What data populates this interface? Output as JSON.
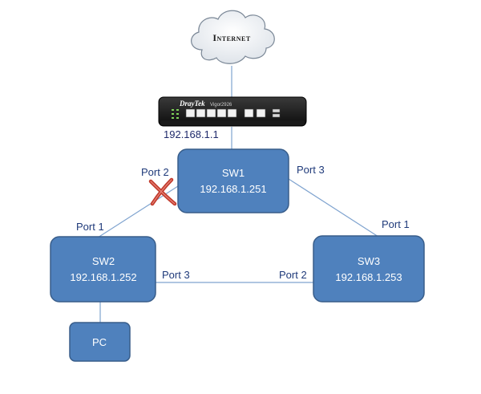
{
  "internet": {
    "label": "Internet"
  },
  "router": {
    "brand": "DrayTek",
    "model": "Vigor2926",
    "ip": "192.168.1.1"
  },
  "switches": {
    "sw1": {
      "name": "SW1",
      "ip": "192.168.1.251"
    },
    "sw2": {
      "name": "SW2",
      "ip": "192.168.1.252"
    },
    "sw3": {
      "name": "SW3",
      "ip": "192.168.1.253"
    }
  },
  "pc": {
    "label": "PC"
  },
  "ports": {
    "sw1_to_sw2": "Port 2",
    "sw1_to_sw3": "Port 3",
    "sw2_to_sw1": "Port 1",
    "sw2_to_sw3": "Port 3",
    "sw3_to_sw1": "Port 1",
    "sw3_to_sw2": "Port 2"
  },
  "colors": {
    "switch_fill": "#4f81bd",
    "switch_stroke": "#385d8a",
    "link": "#7fa3cf",
    "blocked_x": "#c0392b",
    "port_text": "#1f3a7a"
  },
  "blocked_link": "sw1_to_sw2"
}
